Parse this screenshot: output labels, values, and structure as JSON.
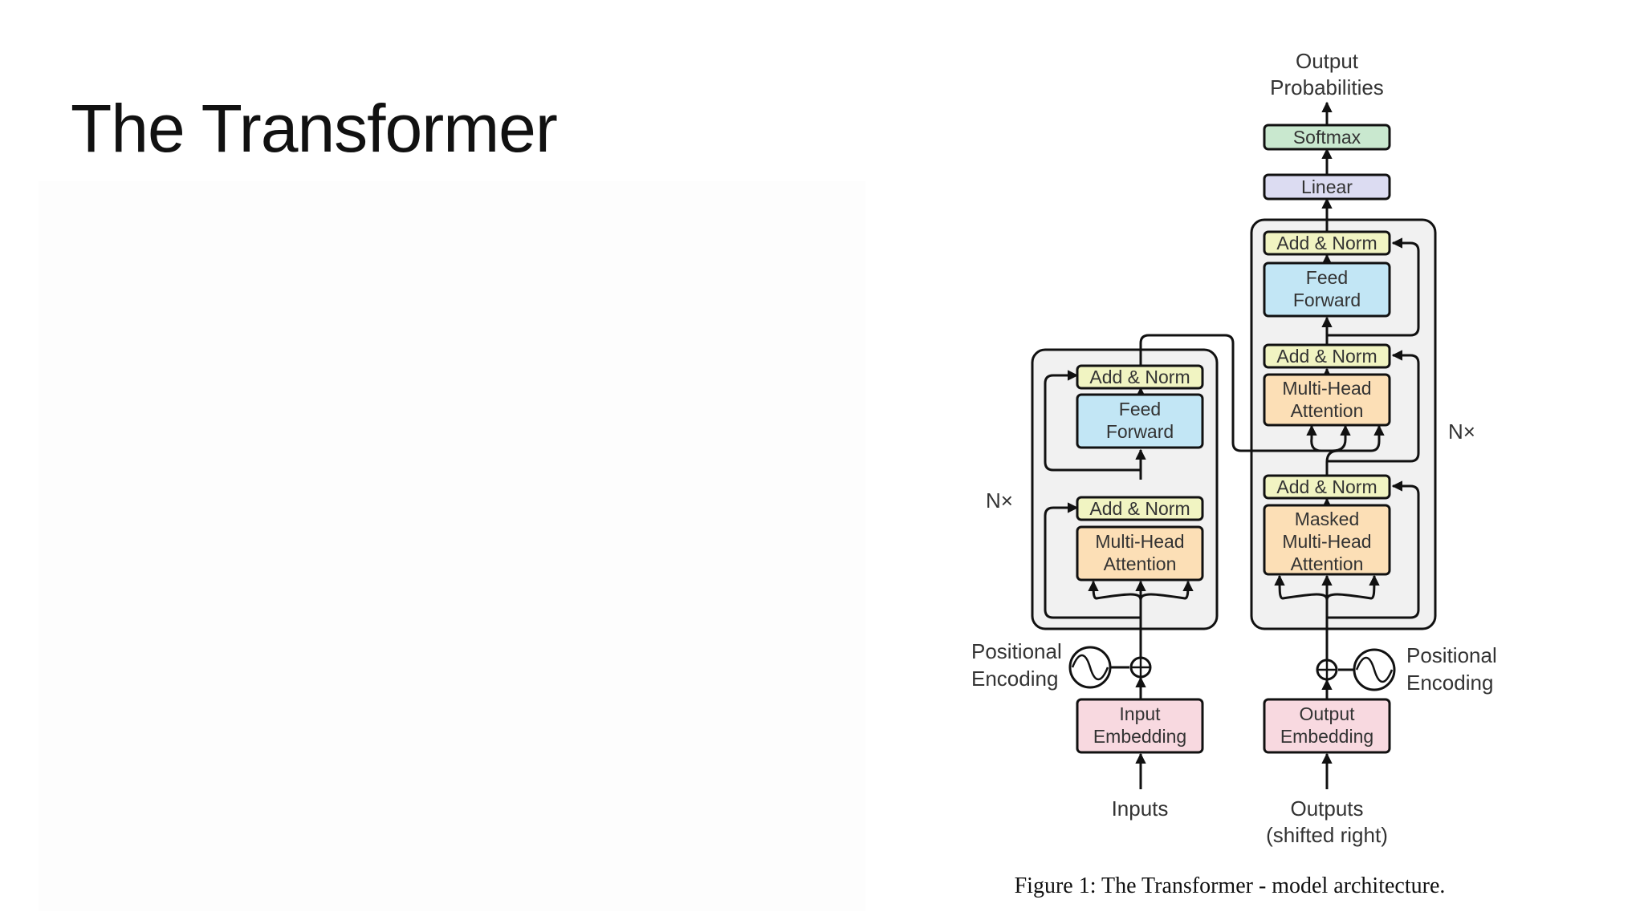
{
  "slide": {
    "title": "The Transformer"
  },
  "diagram": {
    "output_probabilities": [
      "Output",
      "Probabilities"
    ],
    "softmax": "Softmax",
    "linear": "Linear",
    "encoder": {
      "add_norm_top": "Add & Norm",
      "feed_forward": [
        "Feed",
        "Forward"
      ],
      "add_norm_bottom": "Add & Norm",
      "attention": [
        "Multi-Head",
        "Attention"
      ],
      "repeat": "N×"
    },
    "decoder": {
      "add_norm_top": "Add & Norm",
      "feed_forward": [
        "Feed",
        "Forward"
      ],
      "add_norm_mid": "Add & Norm",
      "cross_attention": [
        "Multi-Head",
        "Attention"
      ],
      "add_norm_bottom": "Add & Norm",
      "masked_attention": [
        "Masked",
        "Multi-Head",
        "Attention"
      ],
      "repeat": "N×"
    },
    "input_embedding": [
      "Input",
      "Embedding"
    ],
    "output_embedding": [
      "Output",
      "Embedding"
    ],
    "positional_encoding_left": [
      "Positional",
      "Encoding"
    ],
    "positional_encoding_right": [
      "Positional",
      "Encoding"
    ],
    "inputs": "Inputs",
    "outputs": [
      "Outputs",
      "(shifted right)"
    ],
    "caption": "Figure 1: The Transformer - model architecture."
  },
  "colors": {
    "softmax": "#c9e8cf",
    "linear": "#dcdcf2",
    "add_norm": "#f1f4c2",
    "feed_forward": "#c2e6f5",
    "attention": "#fcdfb6",
    "embedding": "#f8d9e0",
    "stack_bg": "#f1f1f1"
  }
}
